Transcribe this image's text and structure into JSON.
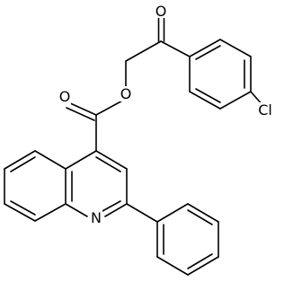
{
  "structure": {
    "line_color": "#000000",
    "background": "#ffffff",
    "atoms": {
      "ketone_oxygen": "O",
      "ester_ether_oxygen": "O",
      "ester_carbonyl_oxygen": "O",
      "chlorine": "Cl",
      "quinoline_nitrogen": "N"
    }
  }
}
